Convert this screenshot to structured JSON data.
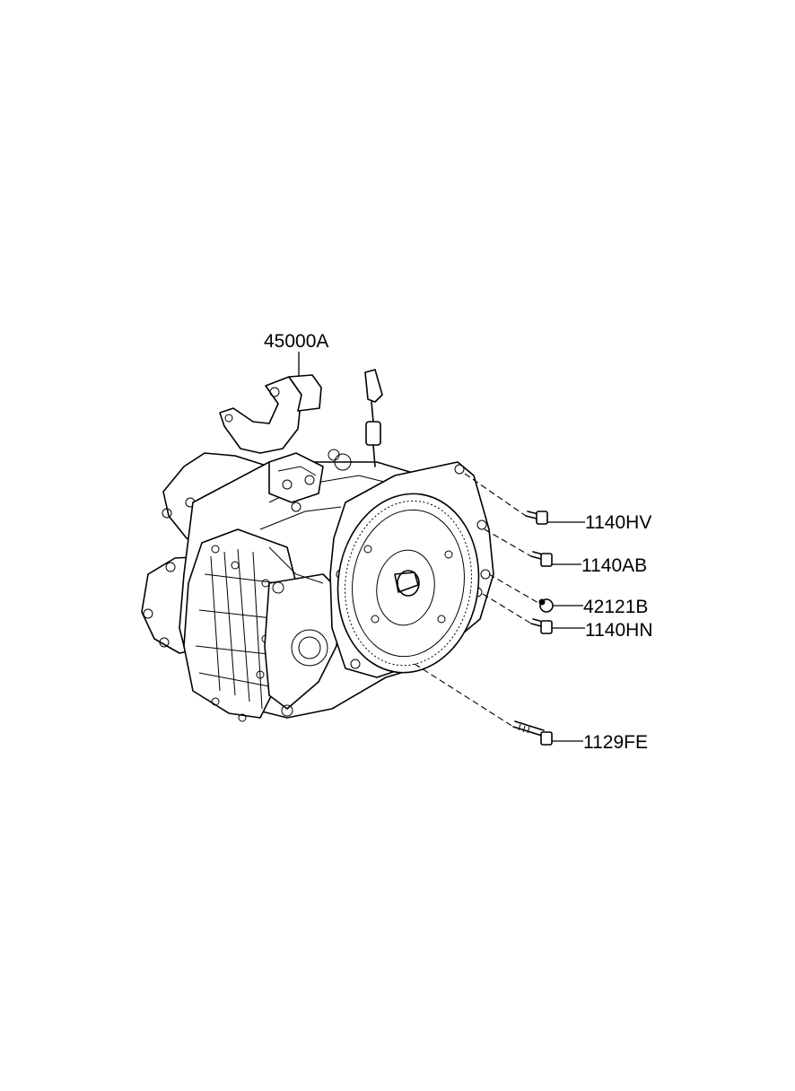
{
  "diagram": {
    "callouts": [
      {
        "id": "c0",
        "part_number": "45000A"
      },
      {
        "id": "c1",
        "part_number": "1140HV"
      },
      {
        "id": "c2",
        "part_number": "1140AB"
      },
      {
        "id": "c3",
        "part_number": "42121B"
      },
      {
        "id": "c4",
        "part_number": "1140HN"
      },
      {
        "id": "c5",
        "part_number": "1129FE"
      }
    ]
  }
}
